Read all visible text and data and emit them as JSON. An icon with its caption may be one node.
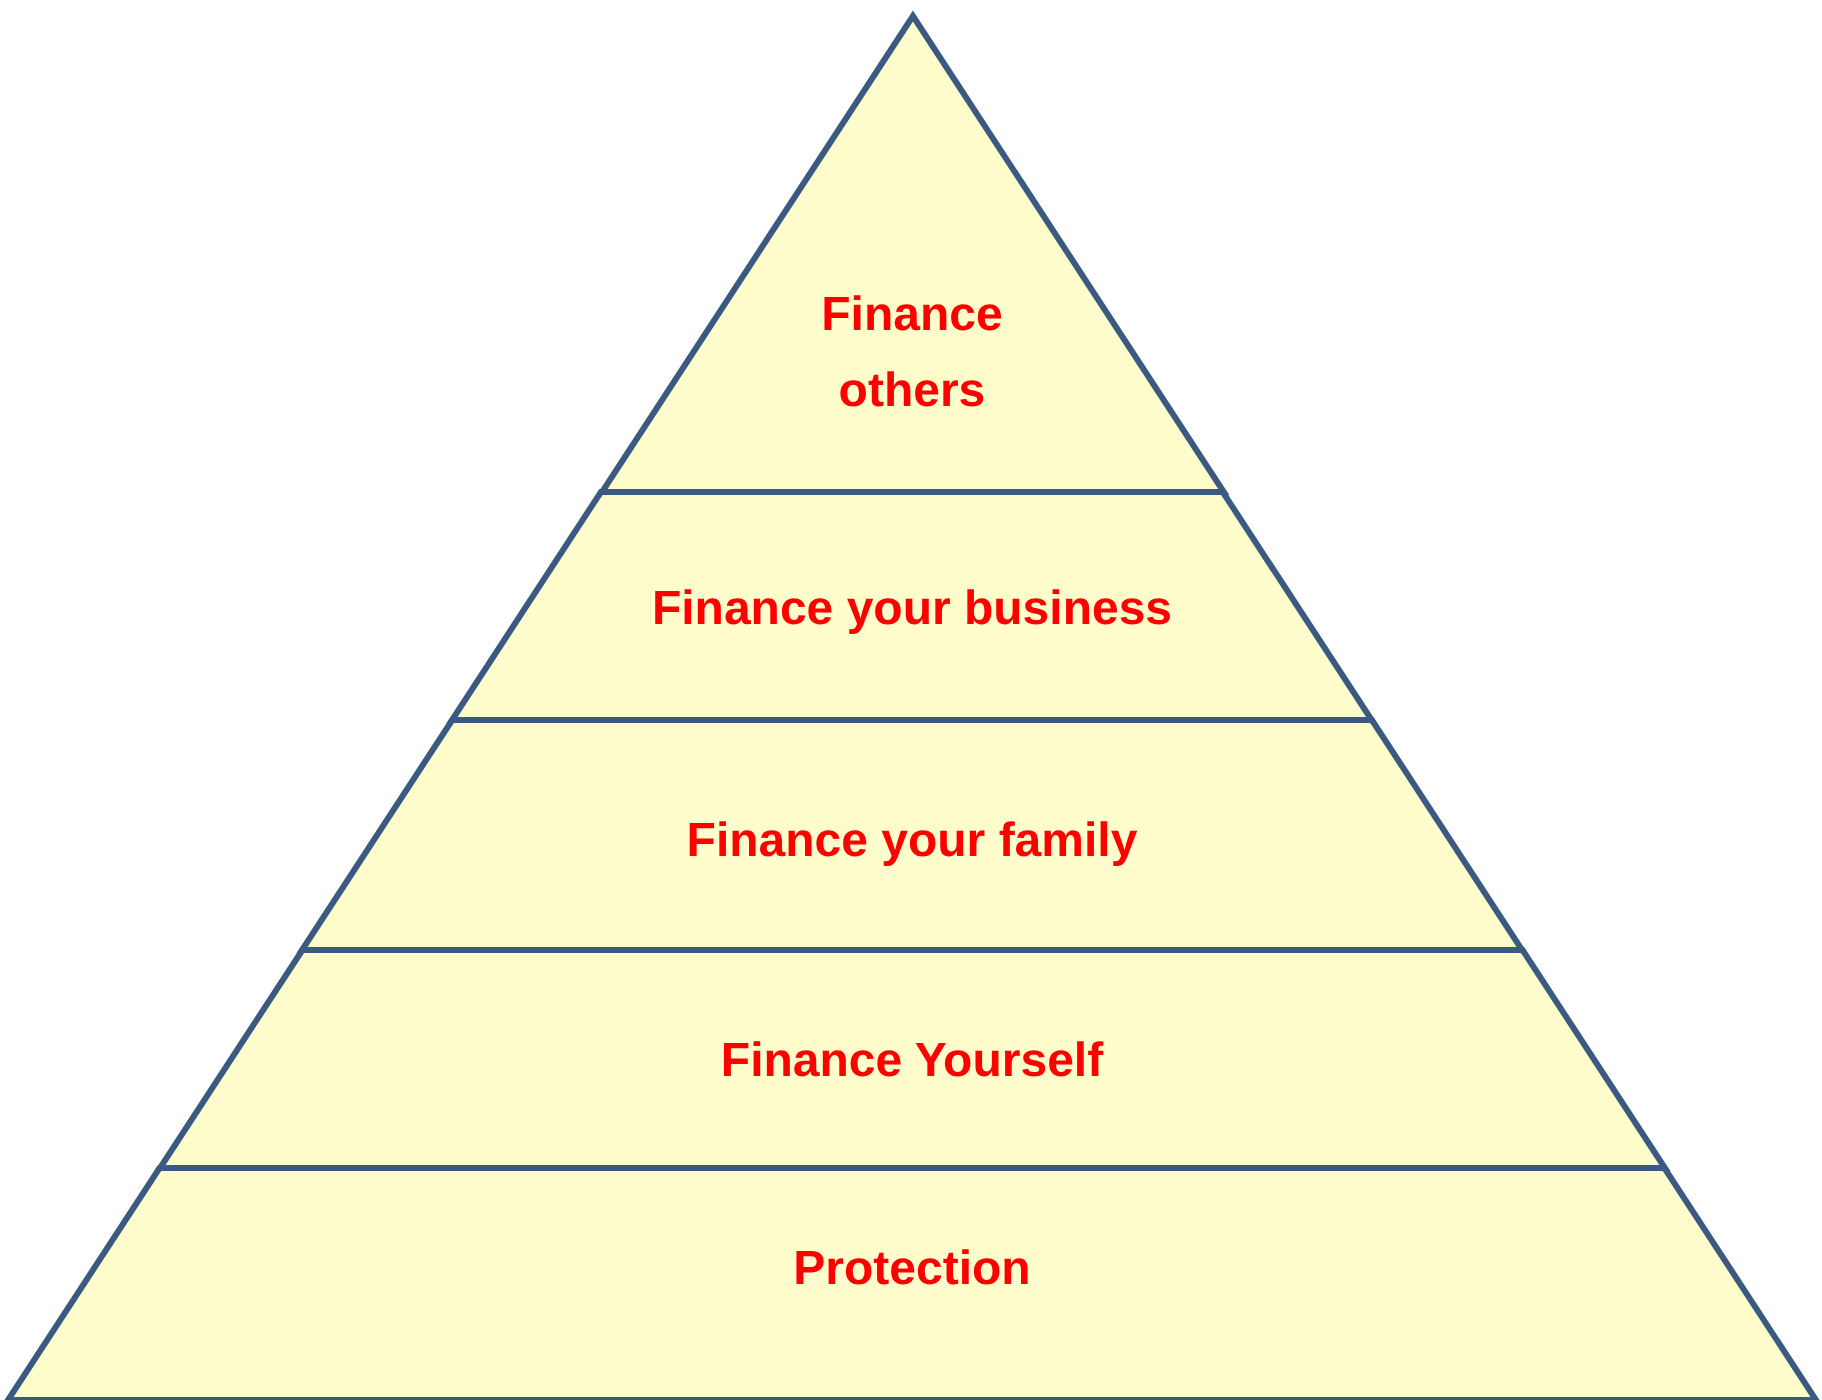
{
  "diagram": {
    "nodes": [
      {
        "text": [
          "Finance others"
        ]
      },
      {
        "text": [
          "Finance your business"
        ]
      },
      {
        "text": [
          "Finance your family"
        ]
      },
      {
        "text": [
          "Finance Yourself"
        ]
      },
      {
        "text": [
          "Protection"
        ]
      }
    ]
  }
}
